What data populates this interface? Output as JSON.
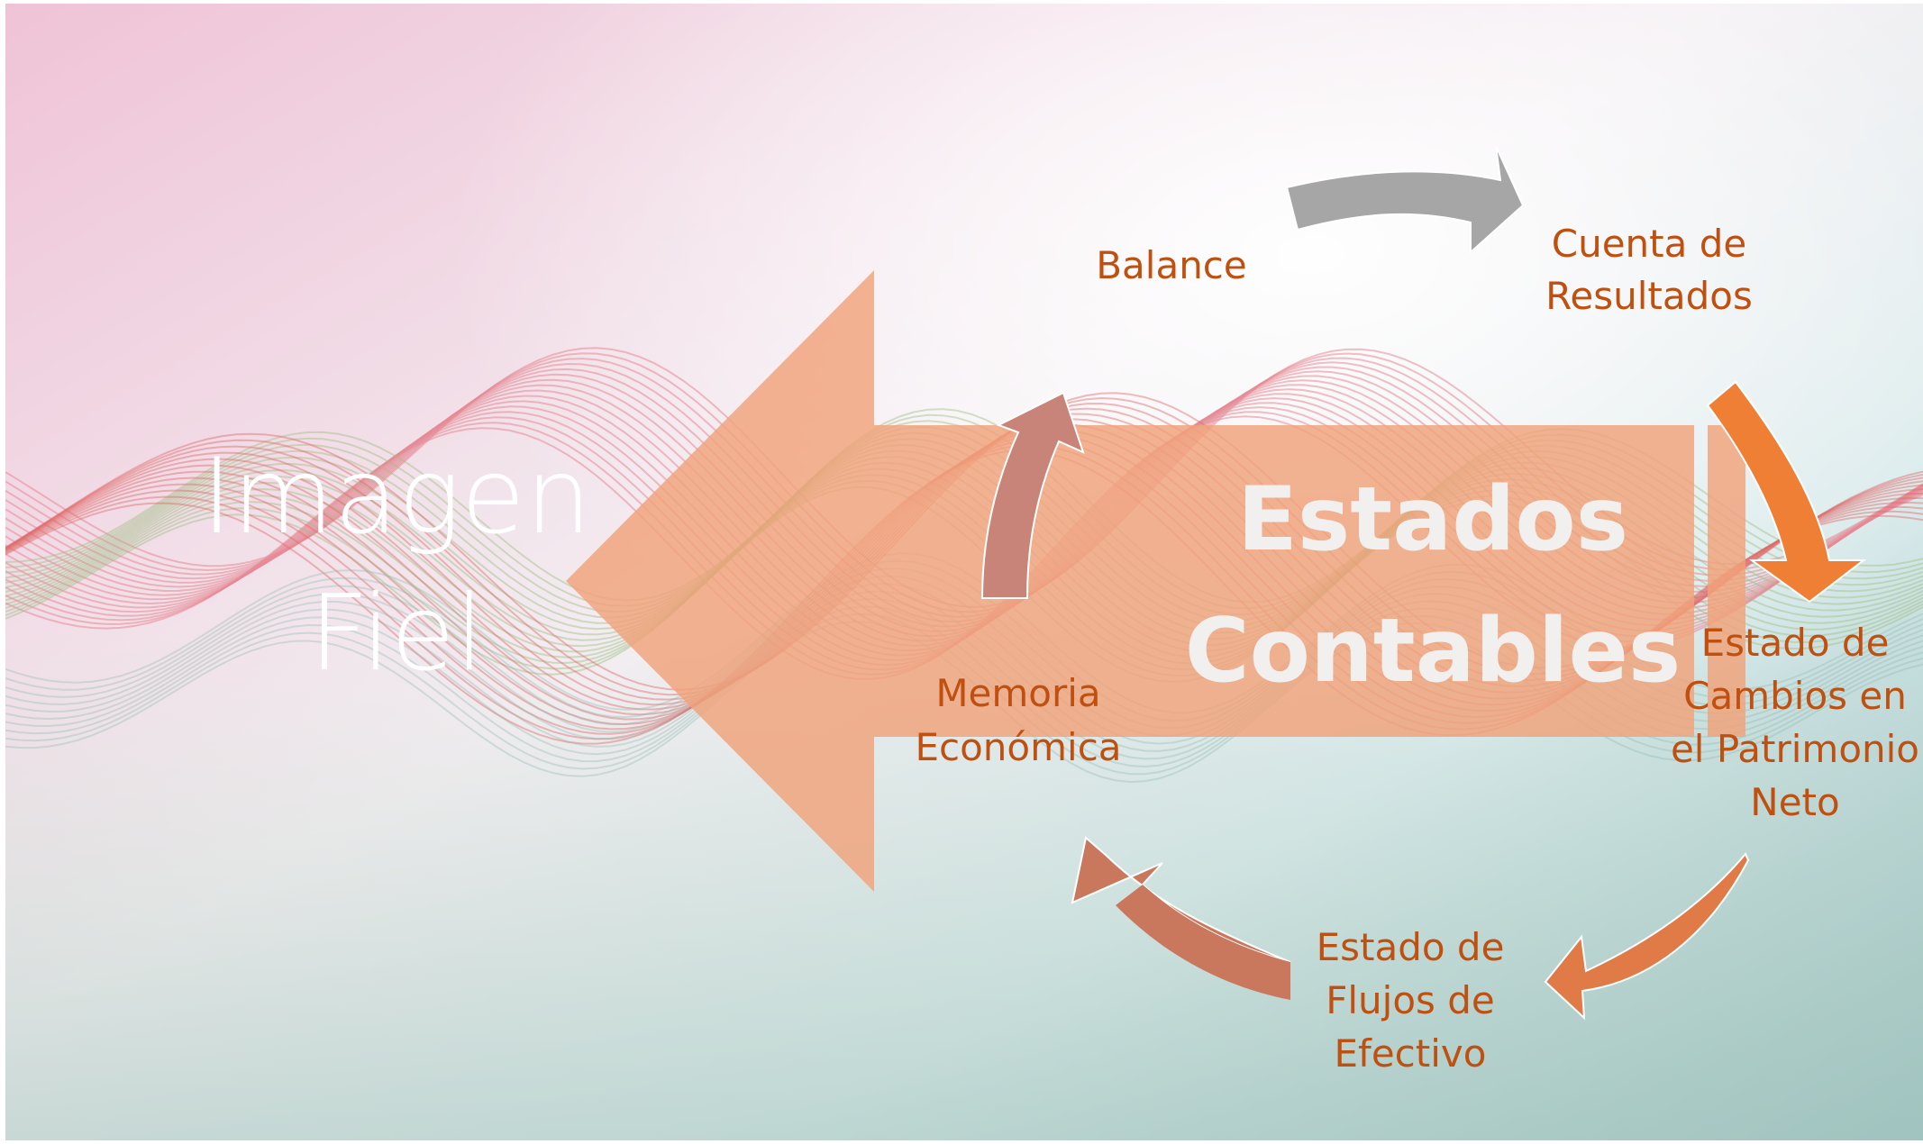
{
  "colors": {
    "accent": "#c0500f",
    "big_arrow": "#f0a27a",
    "title_text": "#f2efef",
    "arrow_gray": "#a6a6a6",
    "arrow_orange": "#ef7f35",
    "arrow_brown": "#c9785e",
    "arrow_pink": "#c88478",
    "background_pink": "#f2c9d9",
    "background_teal": "#9fc7c7"
  },
  "title": {
    "line1": "Imagen",
    "line2": "Fiel"
  },
  "center": {
    "line1": "Estados",
    "line2": "Contables"
  },
  "cycle": {
    "balance": "Balance",
    "cuenta_line1": "Cuenta de",
    "cuenta_line2": "Resultados",
    "cambios_line1": "Estado de",
    "cambios_line2": "Cambios en",
    "cambios_line3": "el Patrimonio",
    "cambios_line4": "Neto",
    "flujos_line1": "Estado de",
    "flujos_line2": "Flujos de",
    "flujos_line3": "Efectivo",
    "memoria_line1": "Memoria",
    "memoria_line2": "Económica"
  },
  "icons": {
    "big_arrow": "left-arrow-icon",
    "cycle_arrows": "curved-arrow-icon"
  }
}
